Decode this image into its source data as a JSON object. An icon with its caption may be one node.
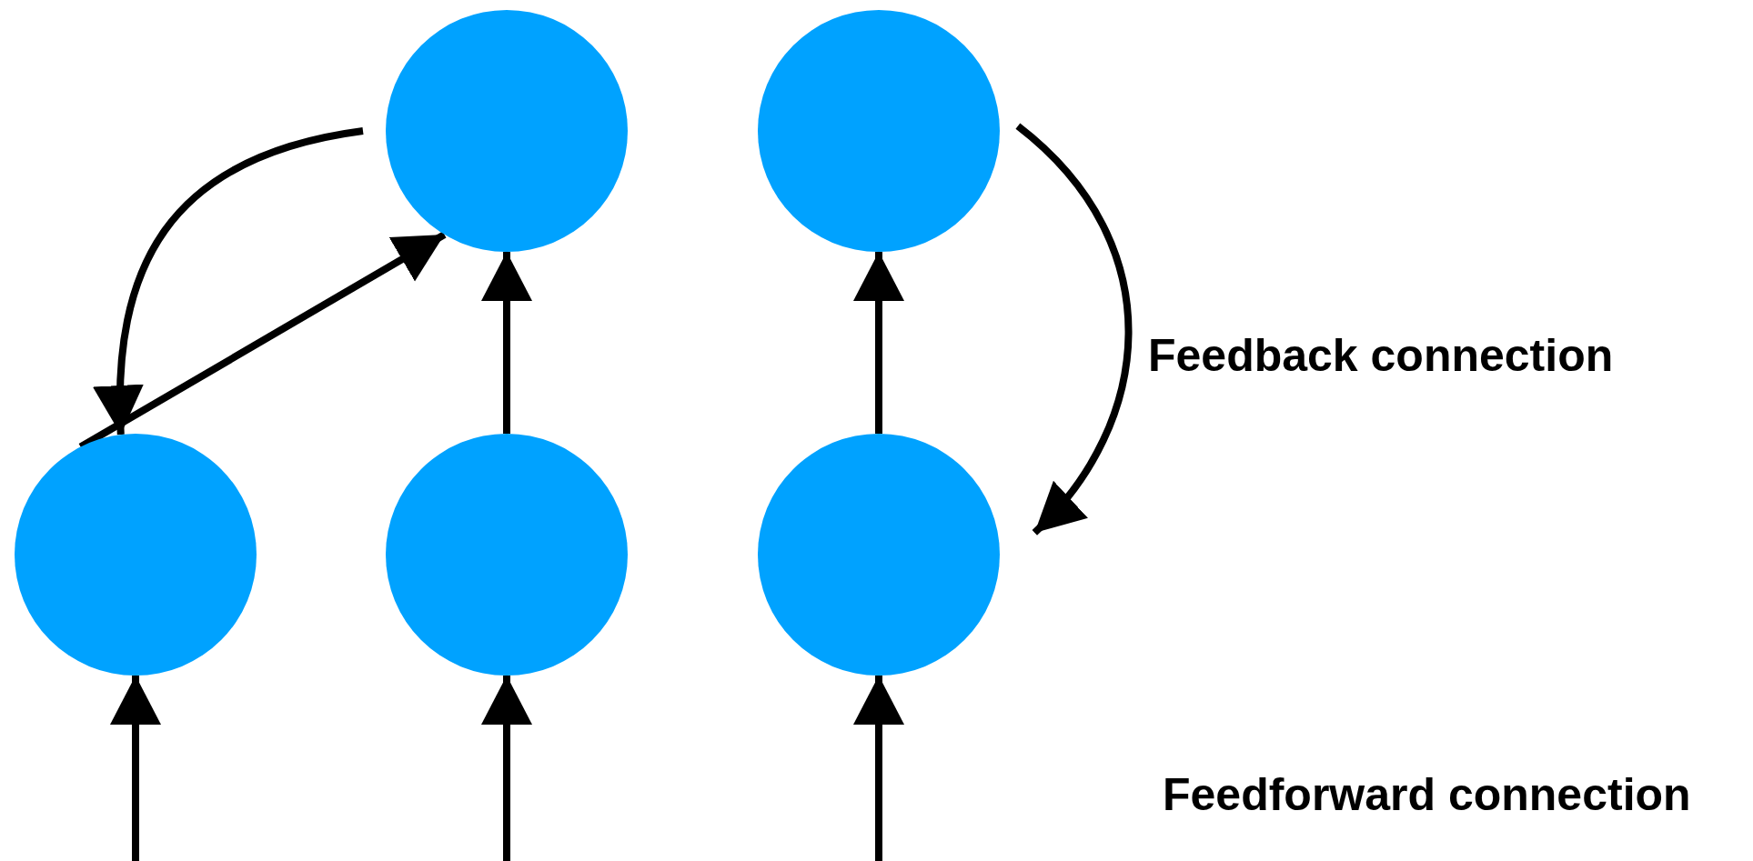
{
  "diagram": {
    "nodes": [
      {
        "text": [],
        "shape": "circle"
      },
      {
        "text": [],
        "shape": "circle"
      },
      {
        "text": [],
        "shape": "circle"
      },
      {
        "text": [],
        "shape": "circle"
      },
      {
        "text": [],
        "shape": "circle"
      }
    ],
    "edges": [
      {
        "from": 0,
        "to": 2,
        "arrow": "to"
      },
      {
        "from": 2,
        "to": 0,
        "arrow": "to"
      },
      {
        "from": 3,
        "to": 0,
        "arrow": "to"
      },
      {
        "from": 4,
        "to": 1,
        "arrow": "to"
      },
      {
        "from": 1,
        "to": 4,
        "arrow": "to"
      },
      {
        "from": null,
        "to": 2,
        "arrow": "to"
      },
      {
        "from": null,
        "to": 3,
        "arrow": "to"
      },
      {
        "from": null,
        "to": 4,
        "arrow": "to"
      }
    ],
    "labels": [
      "Feedback connection",
      "Feedforward connection"
    ]
  }
}
